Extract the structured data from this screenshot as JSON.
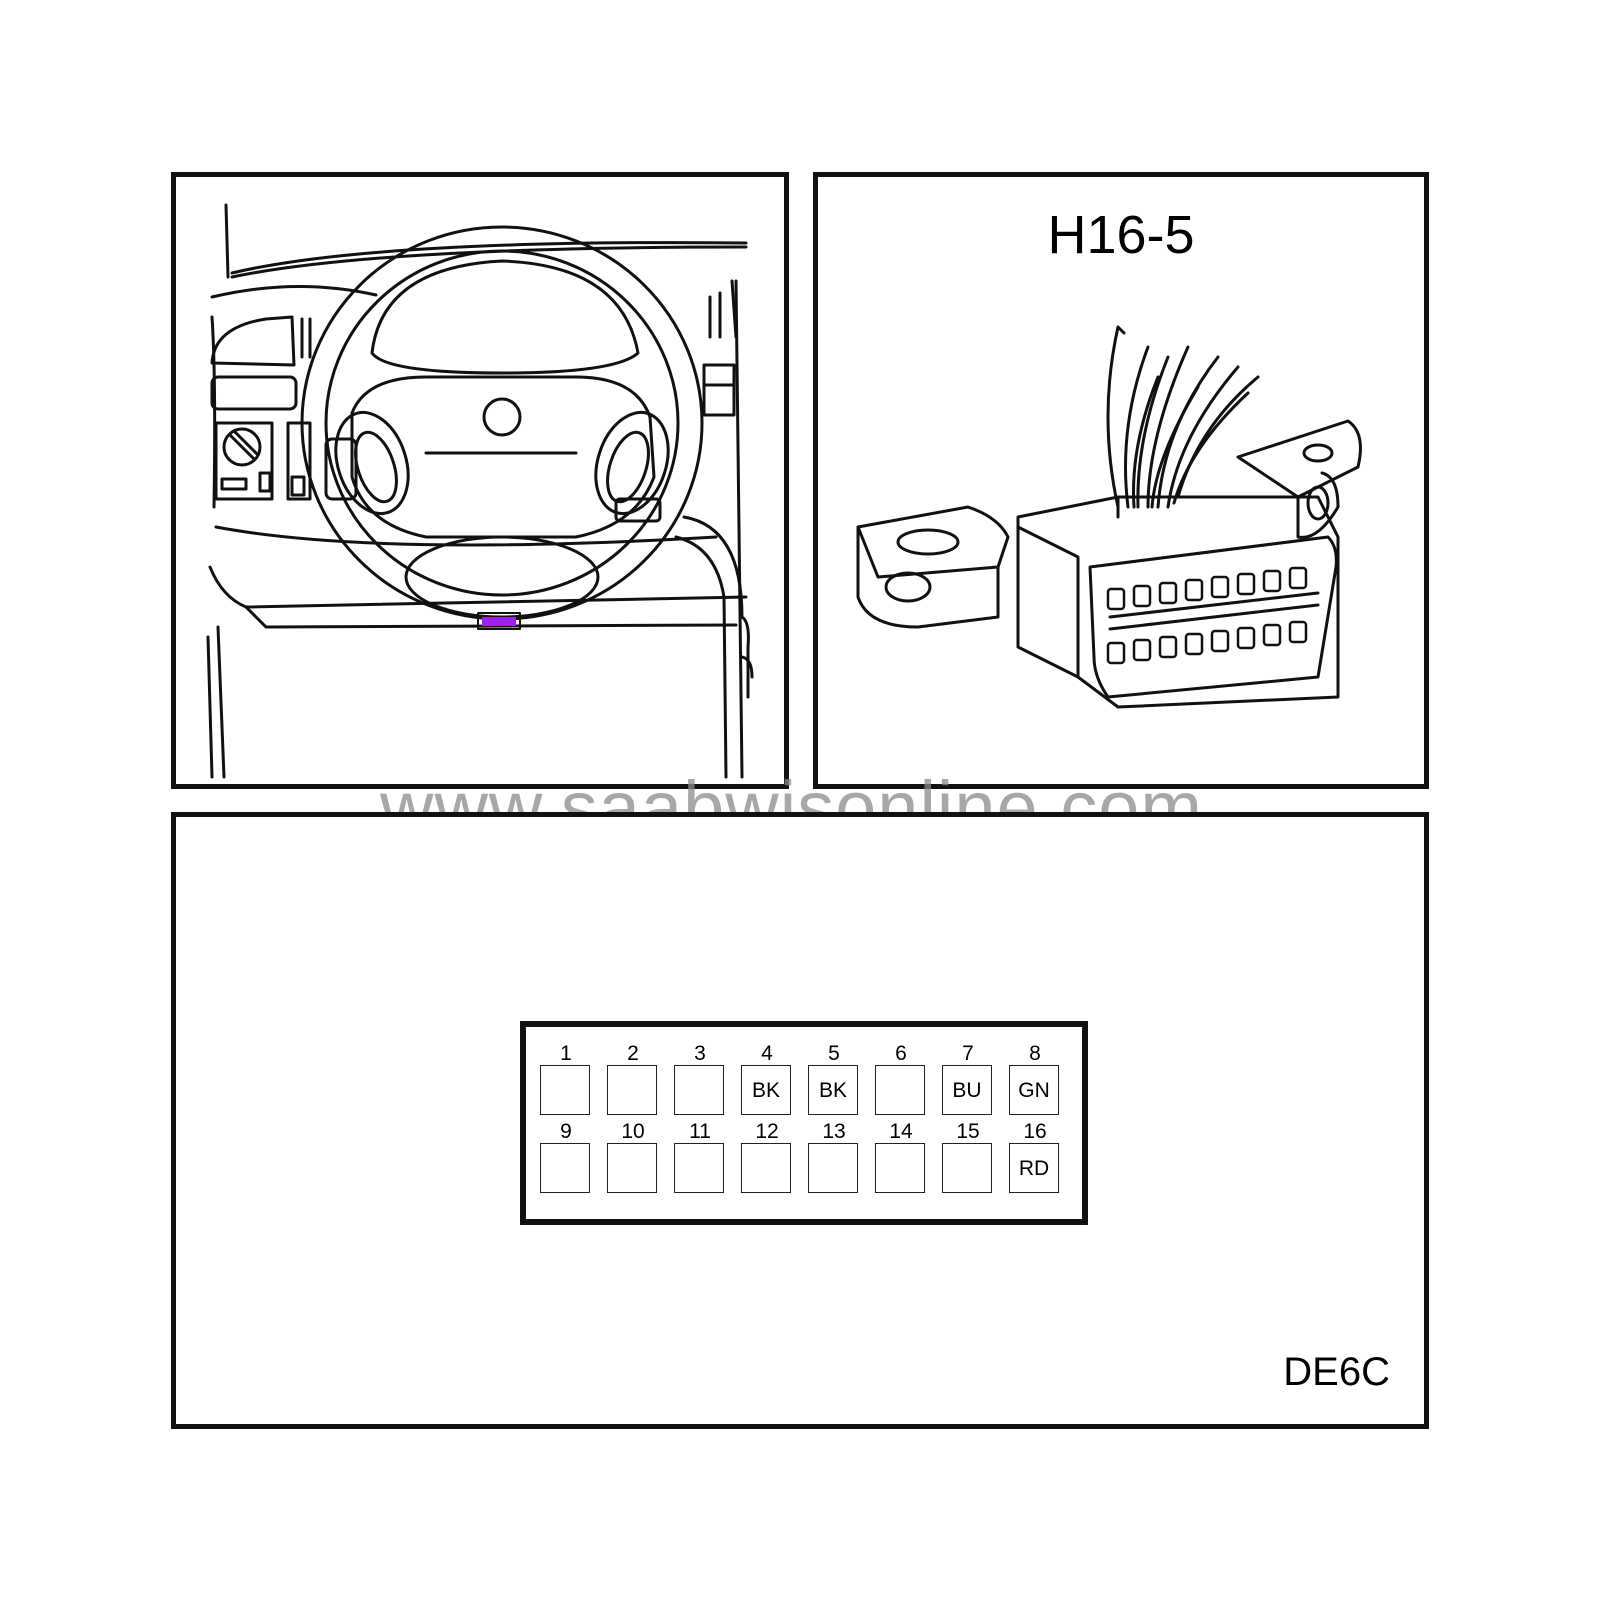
{
  "connector": {
    "title": "H16-5"
  },
  "figure_code": "DE6C",
  "watermark": "www.saabwisonline.com",
  "pins": [
    {
      "number": "1",
      "wire": ""
    },
    {
      "number": "2",
      "wire": ""
    },
    {
      "number": "3",
      "wire": ""
    },
    {
      "number": "4",
      "wire": "BK"
    },
    {
      "number": "5",
      "wire": "BK"
    },
    {
      "number": "6",
      "wire": ""
    },
    {
      "number": "7",
      "wire": "BU"
    },
    {
      "number": "8",
      "wire": "GN"
    },
    {
      "number": "9",
      "wire": ""
    },
    {
      "number": "10",
      "wire": ""
    },
    {
      "number": "11",
      "wire": ""
    },
    {
      "number": "12",
      "wire": ""
    },
    {
      "number": "13",
      "wire": ""
    },
    {
      "number": "14",
      "wire": ""
    },
    {
      "number": "15",
      "wire": ""
    },
    {
      "number": "16",
      "wire": "RD"
    }
  ],
  "colors": {
    "location_marker": "#a020f0",
    "watermark": "#8a8a8a"
  }
}
